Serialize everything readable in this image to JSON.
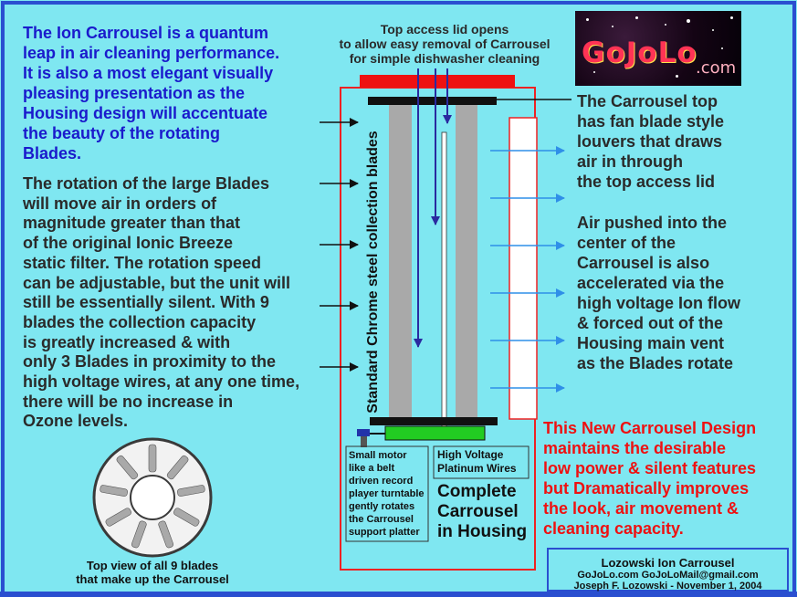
{
  "texts": {
    "intro": "The Ion Carrousel is a quantum\nleap in air cleaning performance.\nIt is also a most elegant visually\npleasing presentation as the\nHousing design will accentuate\nthe beauty of the rotating\nBlades.",
    "rotation": "The rotation of the large Blades\nwill move air in orders of\nmagnitude greater than that\nof the original Ionic Breeze\nstatic filter.  The rotation speed\ncan be adjustable, but the unit will\nstill be essentially silent.  With 9\nblades the collection capacity\nis greatly increased & with\nonly 3 Blades in proximity to the\nhigh voltage wires, at any one time,\nthere will be no increase in\nOzone levels.",
    "top_lid": "Top access lid opens\nto allow easy removal of Carrousel\nfor simple dishwasher cleaning",
    "carrousel_top": "The Carrousel top\nhas fan blade style\nlouvers that draws\nair in through\nthe top access lid",
    "air_pushed": "Air pushed into the\ncenter of the\nCarrousel is also\naccelerated via the\nhigh voltage Ion flow\n& forced out of the\nHousing main vent\nas the Blades rotate",
    "new_design": "This New Carrousel Design\nmaintains the desirable\nlow power & silent features\nbut Dramatically improves\nthe look, air movement &\ncleaning capacity.",
    "blades_label": "Standard Chrome steel collection blades",
    "motor": "Small motor\nlike a belt\ndriven record\nplayer turntable\ngently rotates\nthe Carrousel\nsupport platter",
    "hv_wires": "High Voltage\nPlatinum Wires",
    "complete": "Complete\nCarrousel\nin Housing",
    "top_view": "Top view of all 9 blades\nthat make up the Carrousel"
  },
  "logo": {
    "text": "GoJoLo",
    "suffix": ".com"
  },
  "credit": {
    "title": "Lozowski Ion Carrousel",
    "line1": "GoJoLo.com    GoJoLoMail@gmail.com",
    "line2": "Joseph F. Lozowski  -  November 1,  2004"
  },
  "colors": {
    "background": "#7fe7f1",
    "intro_text": "#1a1acc",
    "body_text": "#2a2a2a",
    "highlight_text": "#ee1111",
    "housing_outline": "#ee2222",
    "lid": "#ee1111",
    "arrow_in": "#111111",
    "arrow_out": "#2f8fe8",
    "blade_gray": "#a9a9a9",
    "motor_green": "#22cc22",
    "frame_border": "#2a4fd0"
  },
  "icons": {
    "inflow_arrow": "arrow-right-black",
    "outflow_arrow": "arrow-right-blue",
    "blade": "rounded-rectangle-blade"
  }
}
